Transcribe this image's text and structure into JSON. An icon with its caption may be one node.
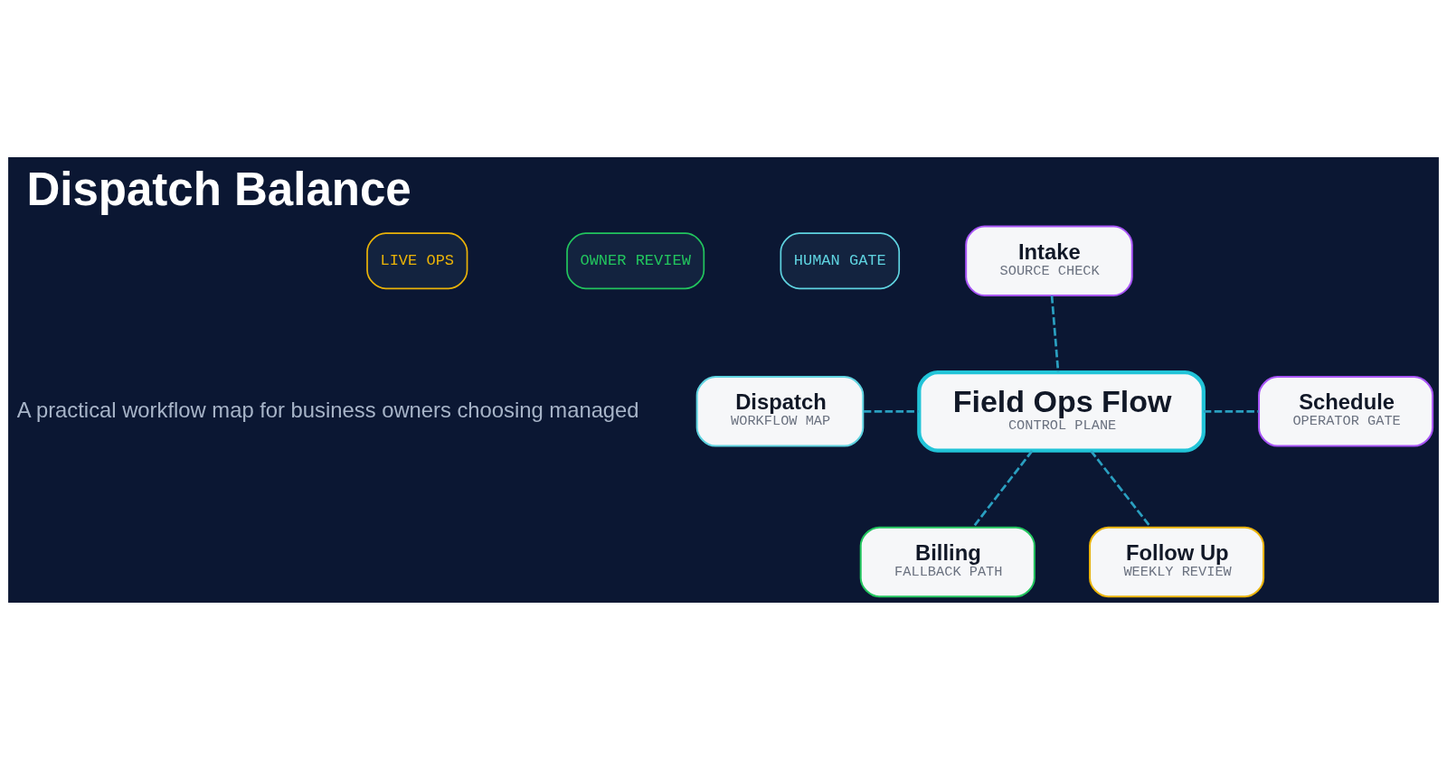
{
  "diagram": {
    "title": "Dispatch Balance",
    "nodes": [
      {
        "text": [
          "Intake",
          "SOURCE CHECK"
        ]
      },
      {
        "text": [
          "Dispatch",
          "WORKFLOW MAP"
        ]
      },
      {
        "text": [
          "Field Ops Flow",
          "CONTROL PLANE"
        ]
      },
      {
        "text": [
          "Schedule",
          "OPERATOR GATE"
        ]
      },
      {
        "text": [
          "Billing",
          "FALLBACK PATH"
        ]
      },
      {
        "text": [
          "Follow Up",
          "WEEKLY REVIEW"
        ]
      }
    ],
    "edges": [
      {
        "from": 0,
        "to": 2,
        "arrow": "none",
        "style": "dashed"
      },
      {
        "from": 1,
        "to": 2,
        "arrow": "none",
        "style": "dashed"
      },
      {
        "from": 2,
        "to": 3,
        "arrow": "none",
        "style": "dashed"
      },
      {
        "from": 2,
        "to": 4,
        "arrow": "none",
        "style": "dashed"
      },
      {
        "from": 2,
        "to": 5,
        "arrow": "none",
        "style": "dashed"
      }
    ],
    "labels": [
      "LIVE OPS",
      "OWNER REVIEW",
      "HUMAN GATE",
      "A practical workflow map for business owners choosing managed"
    ]
  }
}
